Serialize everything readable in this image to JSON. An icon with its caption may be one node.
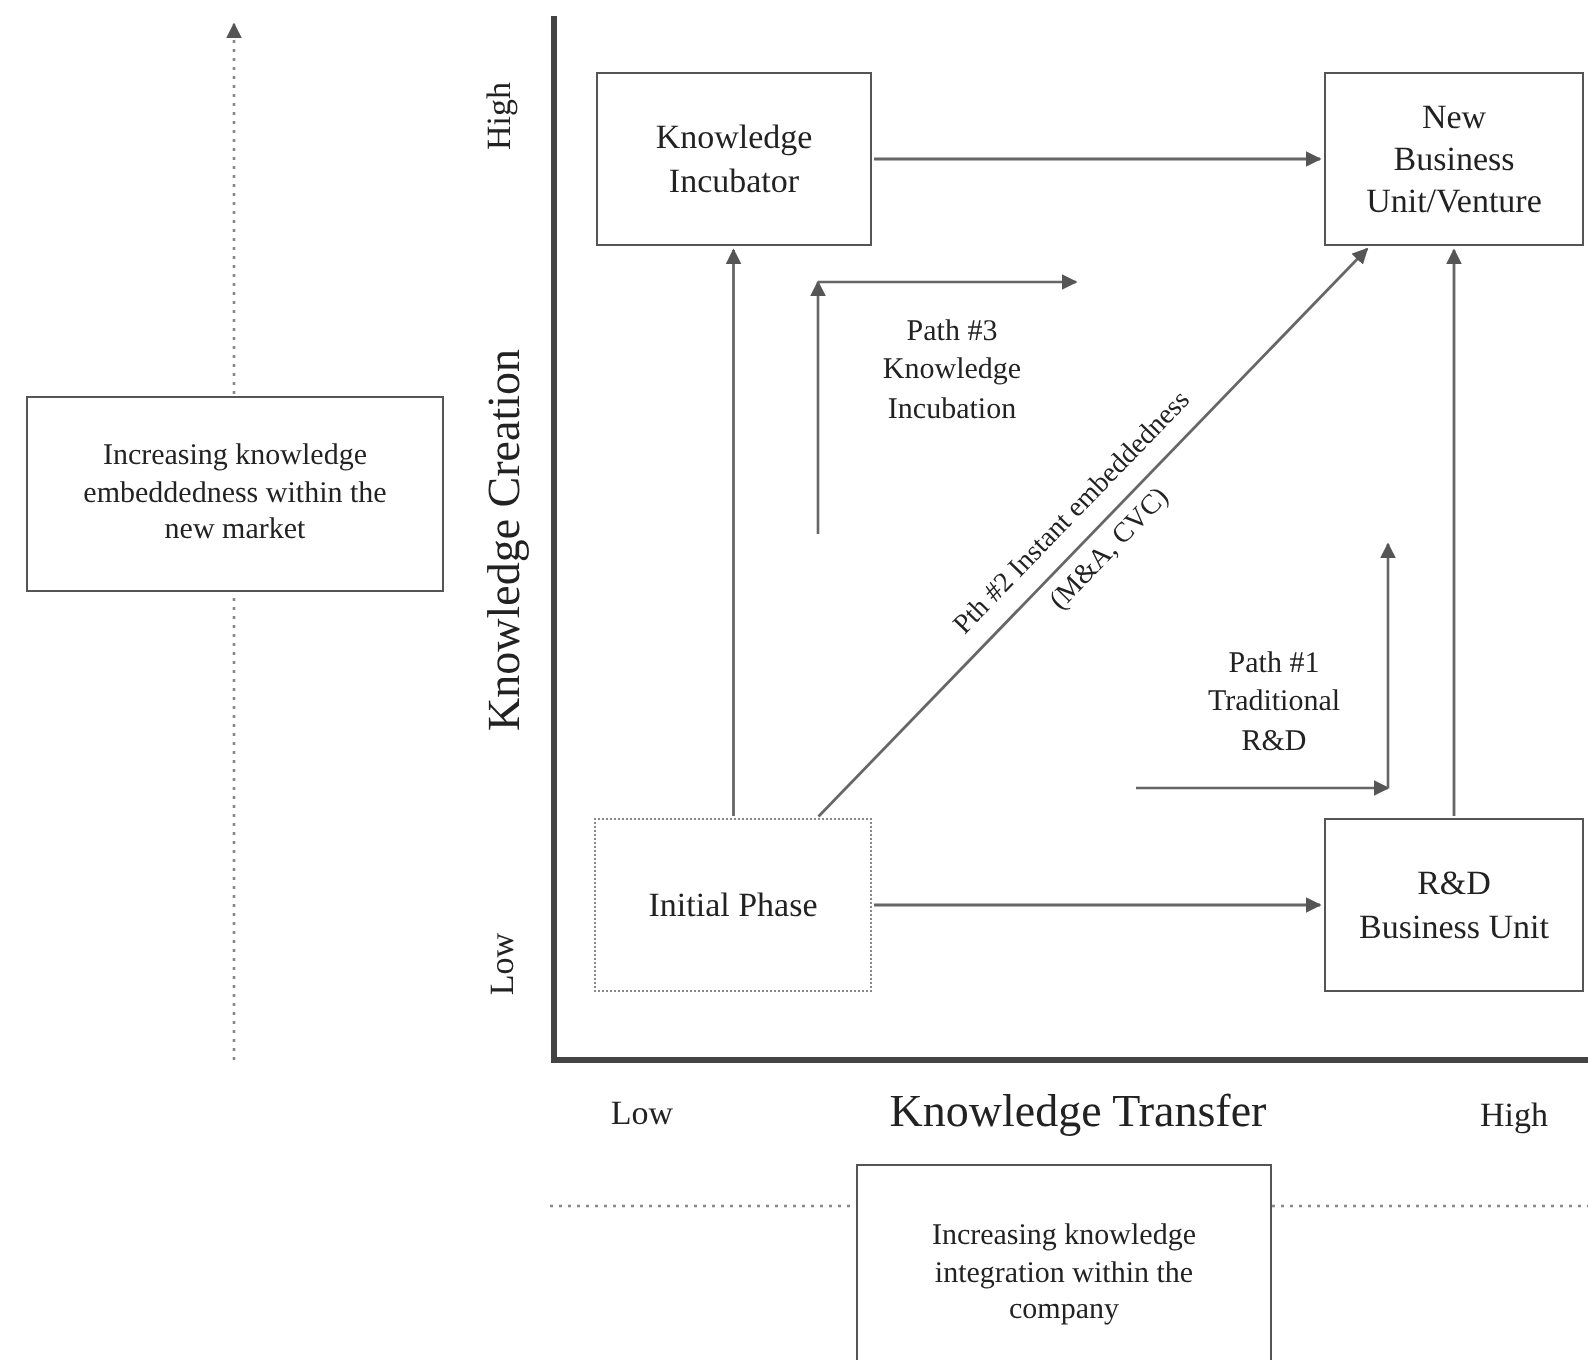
{
  "diagram": {
    "nodes": [
      {
        "text": [
          "Knowledge Incubator"
        ]
      },
      {
        "text": [
          "New Business Unit/Venture"
        ]
      },
      {
        "text": [
          "Initial Phase"
        ]
      },
      {
        "text": [
          "R&D Business Unit"
        ]
      },
      {
        "text": [
          "Increasing knowledge embeddedness within the new market"
        ]
      },
      {
        "text": [
          "Increasing knowledge integration within the company"
        ]
      }
    ],
    "edges": [
      {
        "from": 0,
        "to": 1,
        "arrow": "to"
      },
      {
        "from": 2,
        "to": 0,
        "arrow": "to"
      },
      {
        "from": 2,
        "to": 1,
        "arrow": "to",
        "label": "Pth #2 Instant embeddedness (M&A, CVC)"
      },
      {
        "from": 2,
        "to": 3,
        "arrow": "to"
      },
      {
        "from": 3,
        "to": 1,
        "arrow": "to"
      }
    ],
    "labels": [
      "High",
      "Path #3 Knowledge Incubation",
      "Knowledge Creation",
      "Path #1 Traditional R&D",
      "Low",
      "Low",
      "Knowledge Transfer",
      "High"
    ]
  }
}
